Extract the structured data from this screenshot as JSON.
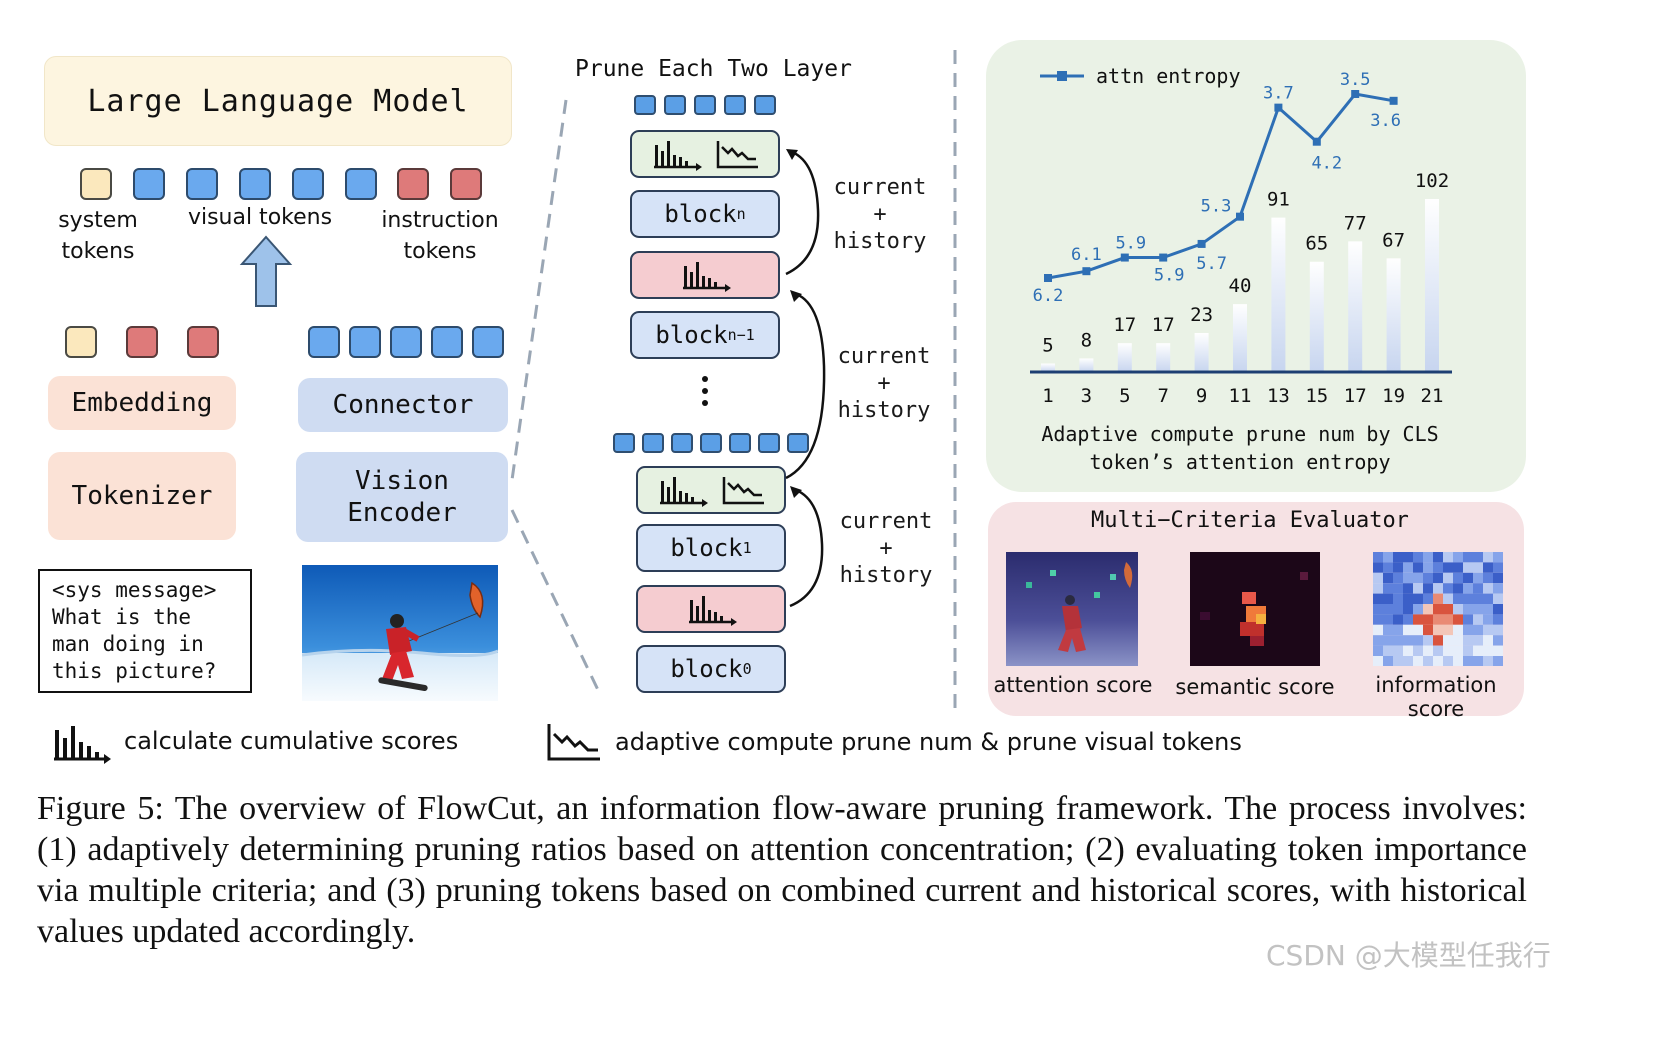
{
  "left": {
    "llm_label": "Large Language Model",
    "system_tokens": "system tokens",
    "visual_tokens": "visual tokens",
    "instruction_tokens": "instruction tokens",
    "embedding": "Embedding",
    "connector": "Connector",
    "tokenizer": "Tokenizer",
    "vision_encoder": "Vision Encoder",
    "sys_message_lines": [
      "<sys message>",
      "What is the",
      "man doing in",
      "this picture?"
    ]
  },
  "middle": {
    "title": "Prune Each Two Layer",
    "block_n": "block",
    "block_n_sub": "n",
    "block_n1": "block",
    "block_n1_sub": "n−1",
    "block_1": "block",
    "block_1_sub": "1",
    "block_0": "block",
    "block_0_sub": "0",
    "current": "current",
    "plus": "+",
    "history": "history"
  },
  "chart_data": {
    "type": "bar+line",
    "title": "Adaptive compute prune num by CLS token’s attention entropy",
    "legend": "attn entropy",
    "legend_color": "#2e6fb5",
    "bar_color": "#c7d5ef",
    "categories": [
      "1",
      "3",
      "5",
      "7",
      "9",
      "11",
      "13",
      "15",
      "17",
      "19",
      "21"
    ],
    "series": [
      {
        "name": "prune num",
        "values": [
          5,
          8,
          17,
          17,
          23,
          40,
          91,
          65,
          77,
          67,
          102
        ]
      },
      {
        "name": "attn entropy",
        "values": [
          6.2,
          6.1,
          5.9,
          5.9,
          5.7,
          5.3,
          3.7,
          4.2,
          3.5,
          3.6,
          null
        ]
      }
    ],
    "entropy_labels": [
      "6.2",
      "6.1",
      "5.9",
      "5.9",
      "5.7",
      "5.3",
      "3.7",
      "4.2",
      "3.5",
      "3.6"
    ]
  },
  "evaluator": {
    "title": "Multi−Criteria Evaluator",
    "captions": [
      "attention score",
      "semantic score",
      "information score"
    ]
  },
  "legend_bottom": {
    "cumulative": "calculate cumulative scores",
    "adaptive": "adaptive compute prune num & prune visual tokens"
  },
  "caption": "Figure 5: The overview of FlowCut, an information flow-aware pruning framework. The process involves: (1) adaptively determining pruning ratios based on attention concentration; (2) evaluating token importance via multiple criteria; and (3) pruning tokens based on combined current and historical scores, with historical values updated accordingly.",
  "watermark": "CSDN @大模型任我行"
}
